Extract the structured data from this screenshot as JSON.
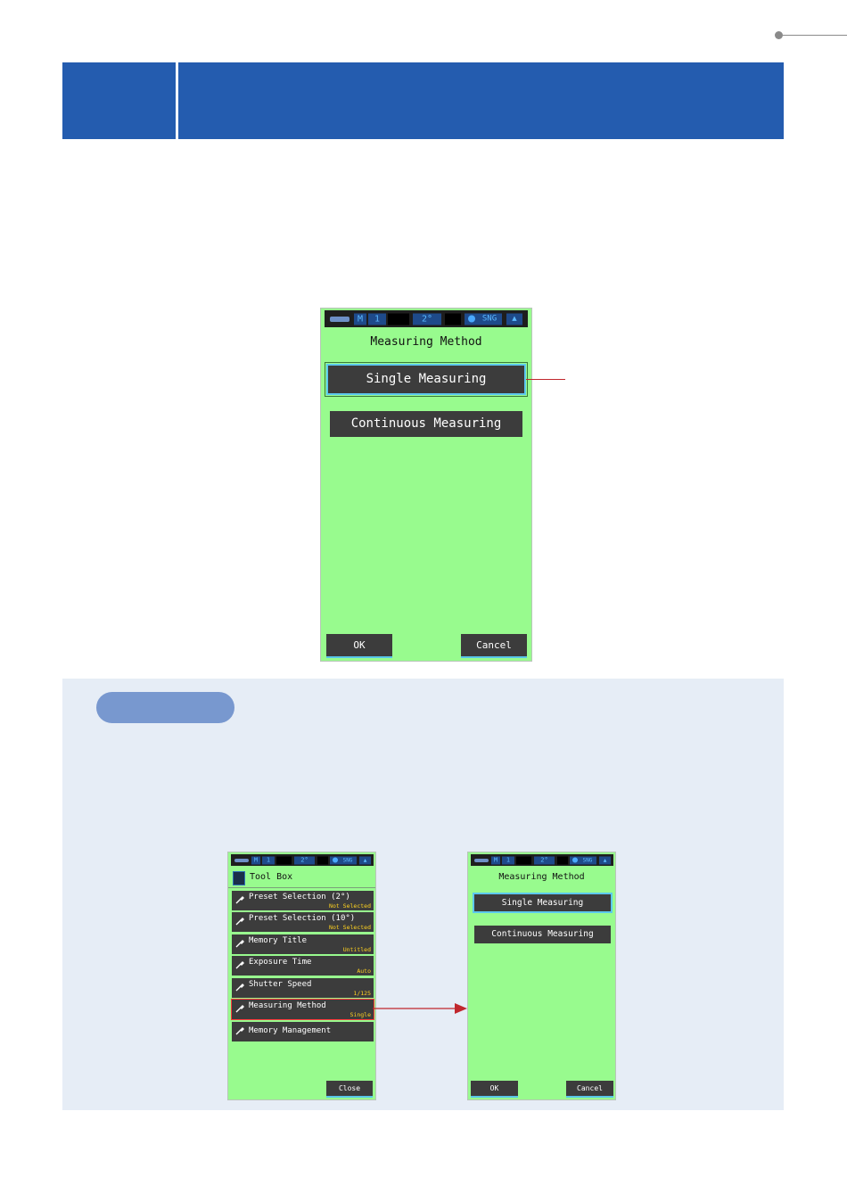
{
  "main_screen": {
    "status": {
      "memory": "M",
      "memory_no": "1",
      "angle": "2°",
      "mode": "SNG"
    },
    "title": "Measuring Method",
    "options": [
      "Single Measuring",
      "Continuous Measuring"
    ],
    "ok_label": "OK",
    "cancel_label": "Cancel"
  },
  "toolbox_screen": {
    "status": {
      "memory": "M",
      "memory_no": "1",
      "angle": "2°",
      "mode": "SNG"
    },
    "title": "Tool Box",
    "items": [
      {
        "label": "Preset Selection (2°)",
        "value": "Not Selected"
      },
      {
        "label": "Preset Selection (10°)",
        "value": "Not Selected"
      },
      {
        "label": "Memory Title",
        "value": "Untitled"
      },
      {
        "label": "Exposure Time",
        "value": "Auto"
      },
      {
        "label": "Shutter Speed",
        "value": "1/125"
      },
      {
        "label": "Measuring Method",
        "value": "Single"
      },
      {
        "label": "Memory Management",
        "value": ""
      }
    ],
    "close_label": "Close"
  },
  "small_method_screen": {
    "status": {
      "memory": "M",
      "memory_no": "1",
      "angle": "2°",
      "mode": "SNG"
    },
    "title": "Measuring Method",
    "options": [
      "Single Measuring",
      "Continuous Measuring"
    ],
    "ok_label": "OK",
    "cancel_label": "Cancel"
  },
  "colors": {
    "header_blue": "#245caf",
    "note_panel": "#e6edf6",
    "screen_green": "#98fb8e",
    "button_dark": "#3c3c3c",
    "leader_red": "#c0272d"
  }
}
